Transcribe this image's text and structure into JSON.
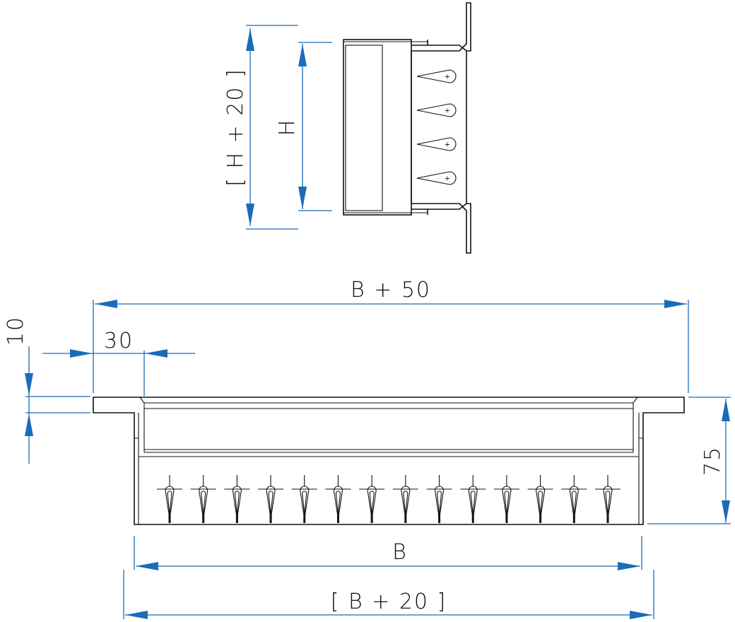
{
  "colors": {
    "outline": "#111111",
    "dimension": "#1c6bb8",
    "background": "#ffffff"
  },
  "dimensions": {
    "side_total_height": "[ H + 20 ]",
    "side_height": "H",
    "total_width": "B + 50",
    "flange_width": "30",
    "flange_thickness": "10",
    "overall_height": "75",
    "inner_width": "B",
    "outer_width": "[ B + 20 ]"
  },
  "side_view": {
    "vane_count": 4,
    "vane_marker": "+"
  },
  "front_view": {
    "vane_count": 14
  }
}
